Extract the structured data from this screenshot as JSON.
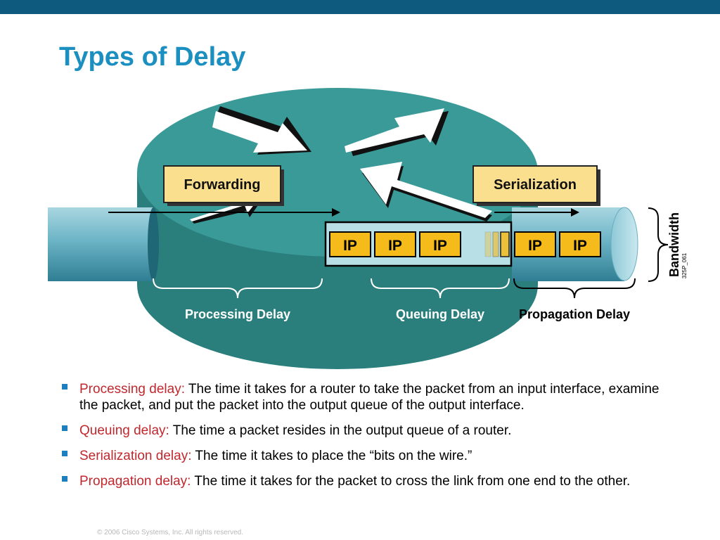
{
  "slide": {
    "title": "Types of Delay",
    "copyright": "© 2006 Cisco Systems, Inc. All rights reserved."
  },
  "diagram": {
    "boxes": {
      "forwarding": "Forwarding",
      "serialization": "Serialization"
    },
    "packet_label": "IP",
    "labels": {
      "processing": "Processing Delay",
      "queuing": "Queuing Delay",
      "propagation": "Propagation Delay",
      "bandwidth": "Bandwidth",
      "figure_code": "325P_061"
    }
  },
  "bullets": [
    {
      "term": "Processing delay:",
      "text": "The time it takes for a router to take the packet from an input interface, examine the packet, and put the packet into the output queue of the output interface."
    },
    {
      "term": "Queuing delay:",
      "text": "The time a packet resides in the output queue of a router."
    },
    {
      "term": "Serialization delay:",
      "text": "The time it takes to place the “bits on the wire.”"
    },
    {
      "term": "Propagation delay:",
      "text": "The time it takes for the packet to cross the link from one end to the other."
    }
  ],
  "colors": {
    "title": "#1b8fbf",
    "top_bar": "#0e5a7f",
    "router_top": "#3a9a98",
    "router_side": "#2a7f7d",
    "label_box": "#f9df8e",
    "packet": "#f5bb1a",
    "term": "#c0282e",
    "bullet_mark": "#1e7fc0"
  }
}
